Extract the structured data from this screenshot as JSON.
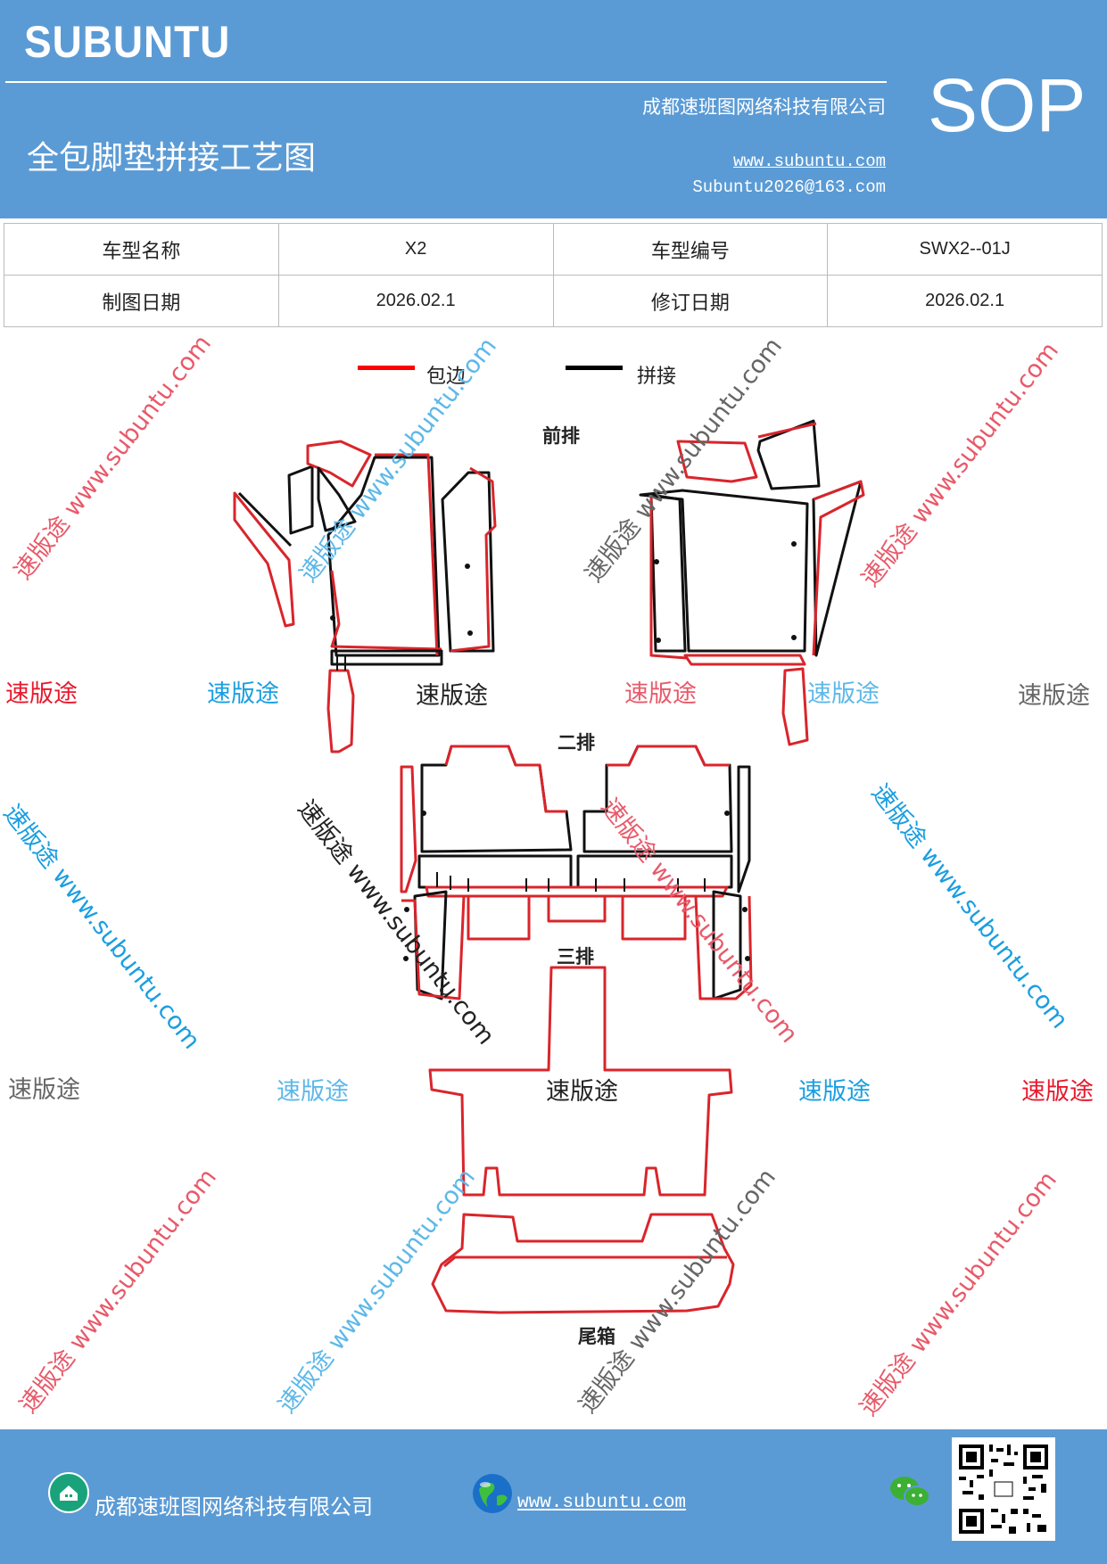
{
  "header": {
    "brand": "SUBUNTU",
    "doc_type": "SOP",
    "company": "成都速班图网络科技有限公司",
    "title": "全包脚垫拼接工艺图",
    "website": "www.subuntu.com",
    "email": "Subuntu2026@163.com"
  },
  "info_table": {
    "model_name_label": "车型名称",
    "model_name": "X2",
    "model_code_label": "车型编号",
    "model_code": "SWX2--01J",
    "draw_date_label": "制图日期",
    "draw_date": "2026.02.1",
    "revise_date_label": "修订日期",
    "revise_date": "2026.02.1"
  },
  "legend": {
    "edge_label": "包边",
    "edge_color": "#ff0000",
    "splice_label": "拼接",
    "splice_color": "#000000"
  },
  "sections": {
    "front": "前排",
    "second": "二排",
    "third": "三排",
    "trunk": "尾箱"
  },
  "watermarks": {
    "short": "速版途",
    "long": "速版途 www.subuntu.com",
    "colors": {
      "red": "#e8192c",
      "blue": "#1a9ee0",
      "gray": "#666666",
      "black": "#222222",
      "lightblue": "#5db8e8",
      "pink": "#e85a6a"
    }
  },
  "footer": {
    "company": "成都速班图网络科技有限公司",
    "website": "www.subuntu.com",
    "home_icon": "building-icon",
    "globe_icon": "globe-icon",
    "wechat_icon": "wechat-icon",
    "qr_icon": "qr-code-icon"
  },
  "colors": {
    "header_bg": "#5b9bd5",
    "outline_red": "#d9252b",
    "outline_black": "#111111"
  }
}
